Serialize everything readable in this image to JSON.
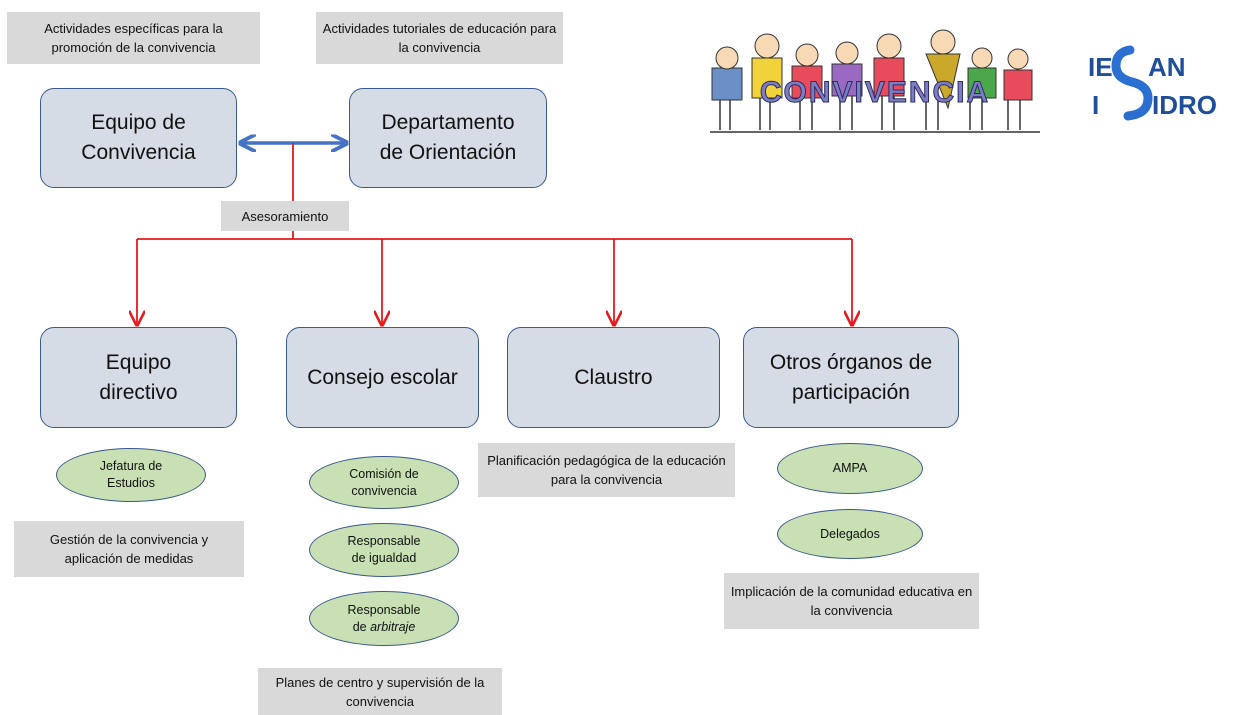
{
  "notes": {
    "promo": "Actividades específicas para la promoción de la convivencia",
    "tutorial": "Actividades tutoriales de educación para la convivencia",
    "asesoramiento": "Asesoramiento",
    "gestion": "Gestión de la convivencia y aplicación de medidas",
    "planificacion": "Planificación pedagógica de la educación para la convivencia",
    "planes": "Planes de centro y supervisión de la convivencia",
    "implicacion": "Implicación de la comunidad educativa en la convivencia"
  },
  "boxes": {
    "equipo_convivencia": "Equipo de\nConvivencia",
    "dpto_orientacion": "Departamento\nde Orientación",
    "equipo_directivo": "Equipo\ndirectivo",
    "consejo_escolar": "Consejo escolar",
    "claustro": "Claustro",
    "otros_organos": "Otros órganos de\nparticipación"
  },
  "ovals": {
    "jefatura": "Jefatura de\nEstudios",
    "comision": "Comisión de\nconvivencia",
    "igualdad": "Responsable\nde igualdad",
    "arbitraje_line1": "Responsable",
    "arbitraje_prefix": "de ",
    "arbitraje_italic": "arbitraje",
    "ampa": "AMPA",
    "delegados": "Delegados"
  },
  "logos": {
    "convivencia": "CONVIVENCIA",
    "ies_line1": "IES AN",
    "ies_line2": "I S IDRO",
    "ies_line1_a": "IE",
    "ies_line1_b": "AN",
    "ies_line2_a": "I",
    "ies_line2_b": "IDRO"
  },
  "colors": {
    "box_fill": "#d6dce5",
    "box_border": "#3b5a8c",
    "oval_fill": "#c9e0b4",
    "note_fill": "#d9d9d9",
    "red_connector": "#e8191d",
    "blue_arrow": "#4472c4",
    "logo_blue": "#1f4e9a"
  }
}
